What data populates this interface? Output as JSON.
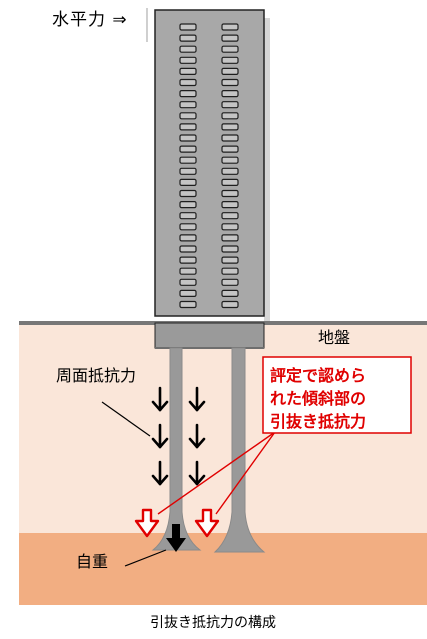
{
  "labels": {
    "horizontal_force": "水平力 ⇒",
    "ground": "地盤",
    "skin_friction": "周面抵抗力",
    "callout_line1": "評定で認めら",
    "callout_line2": "れた傾斜部の",
    "callout_line3": "引抜き抵抗力",
    "self_weight": "自重",
    "caption": "引抜き抵抗力の構成"
  },
  "colors": {
    "soil_upper": "#fae6d9",
    "soil_lower": "#f2ae82",
    "ground_line": "#777777",
    "pile": "#999999",
    "building": "#a8a8a8",
    "callout": "#e00000"
  },
  "building": {
    "window_rows": 26,
    "window_columns": 2
  }
}
